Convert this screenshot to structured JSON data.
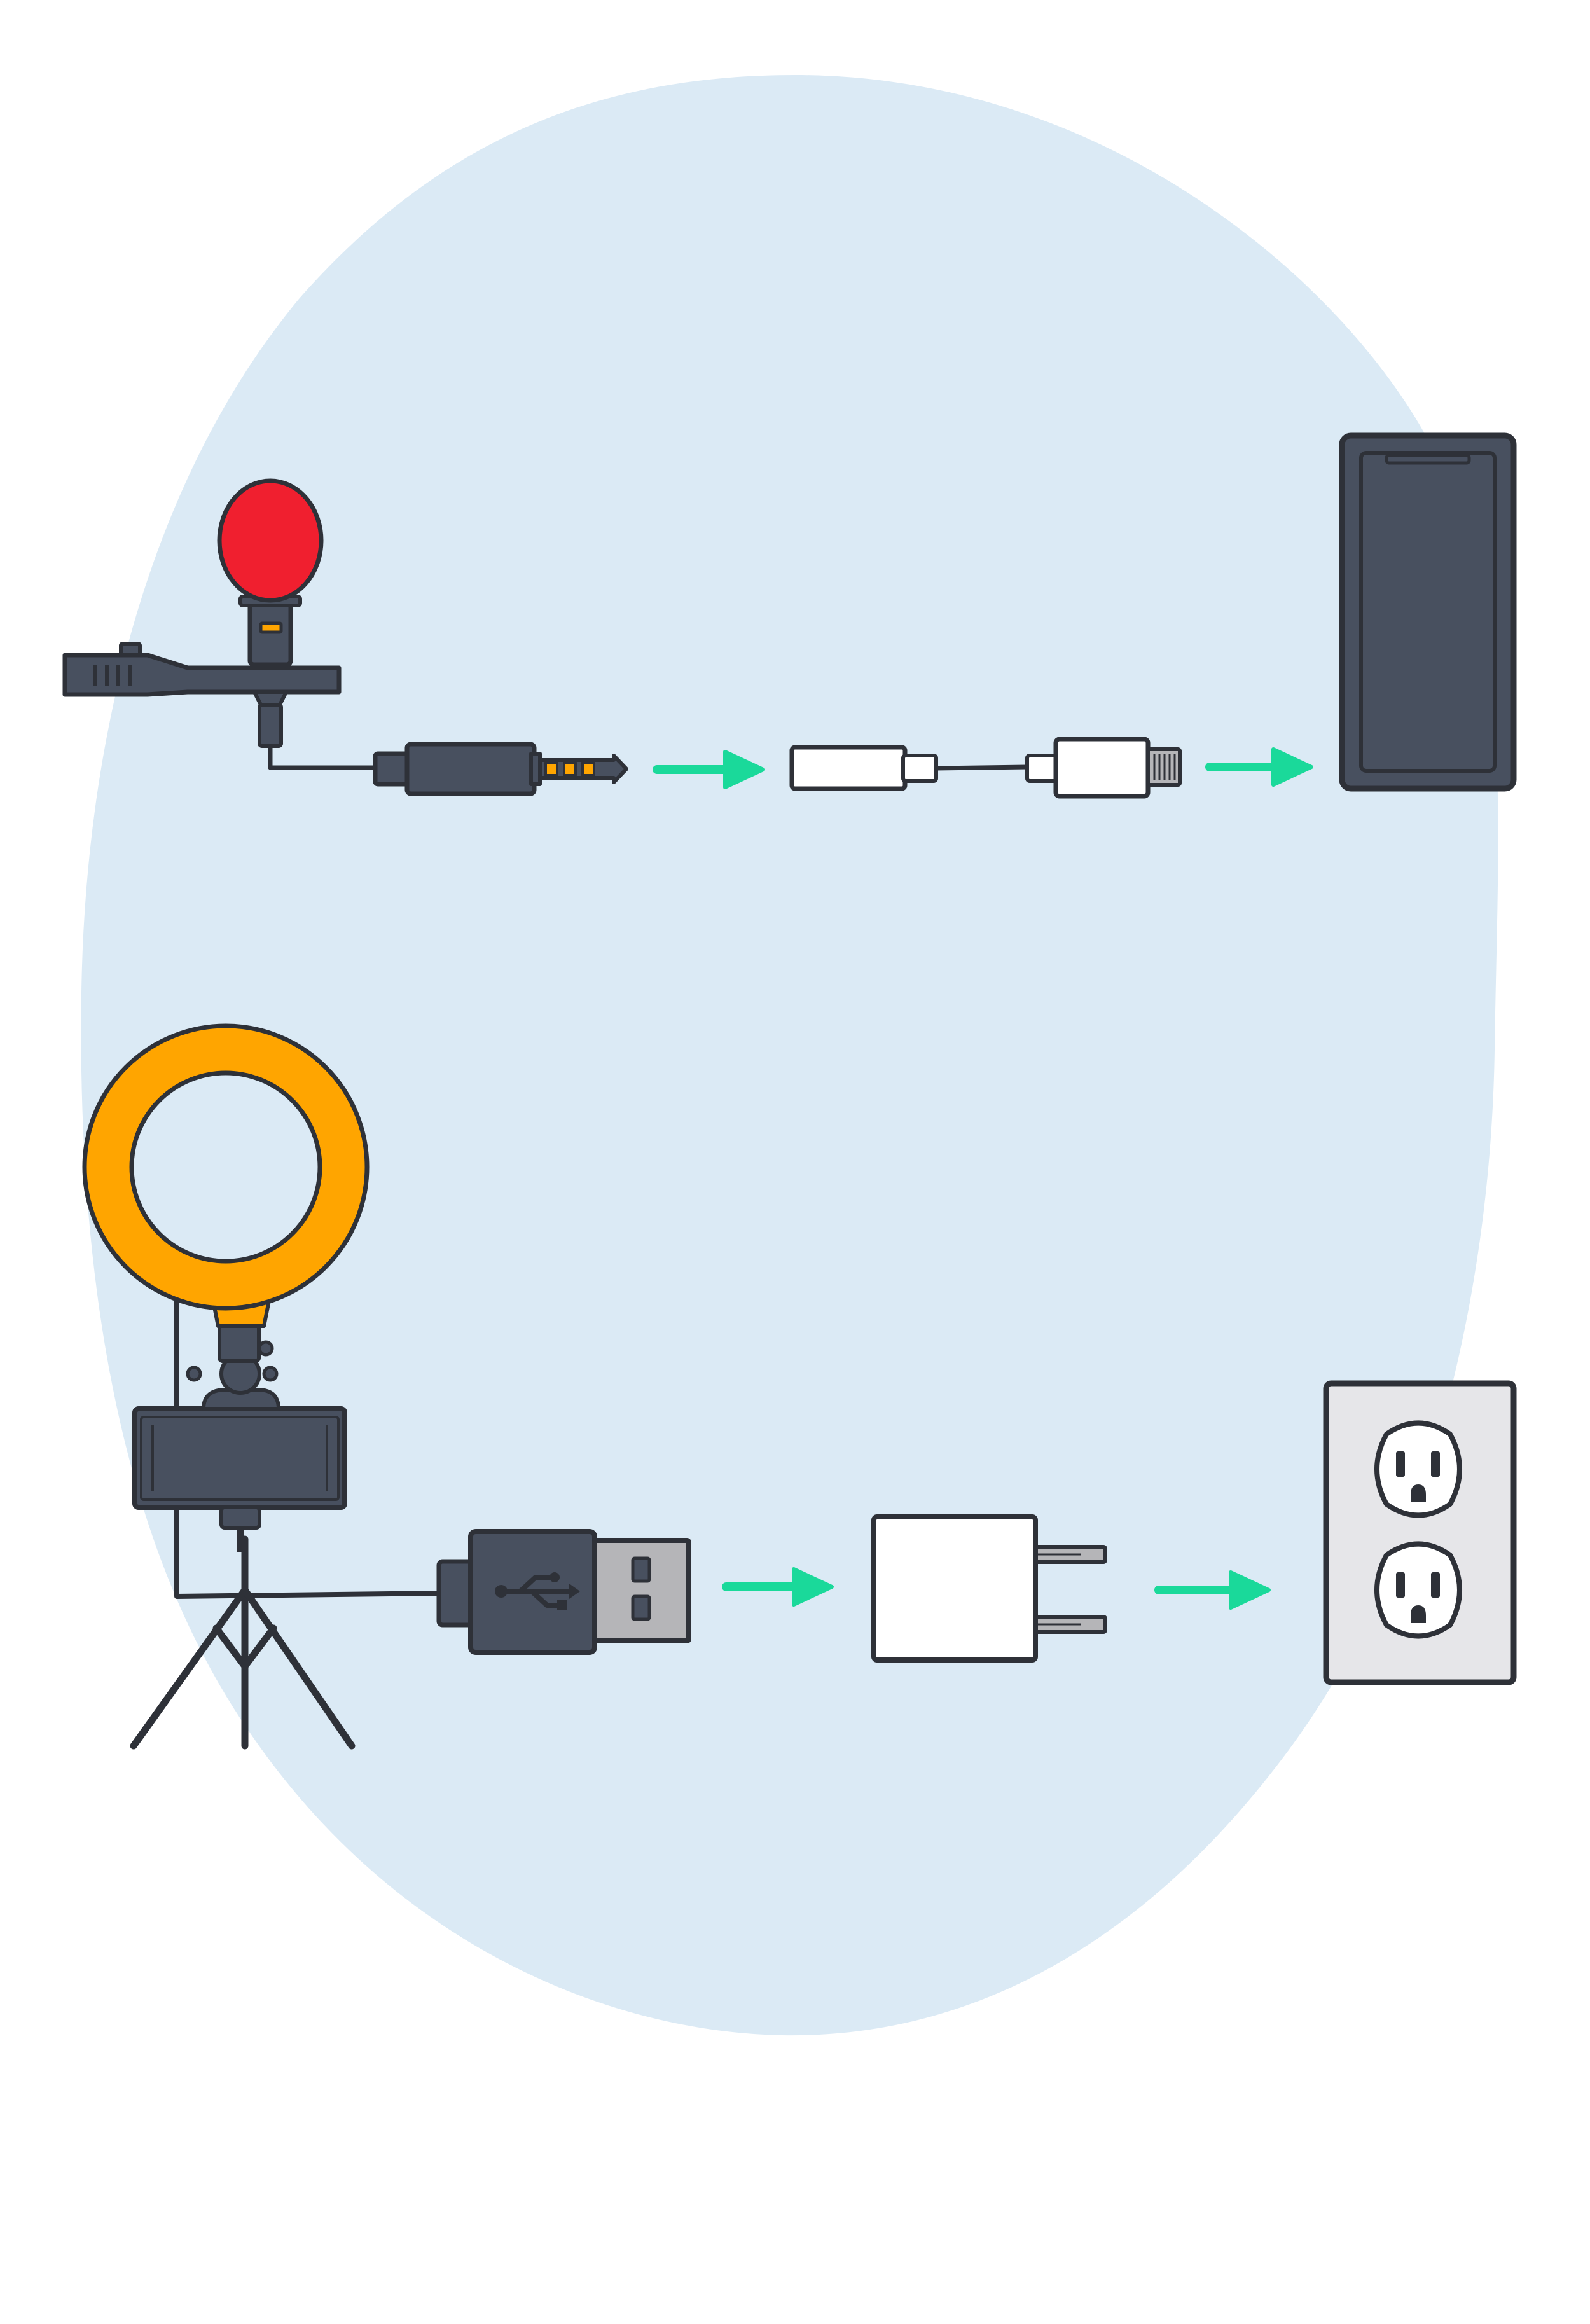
{
  "colors": {
    "background": "#ffffff",
    "blob": "#dbeaf5",
    "outline": "#2e3138",
    "device_dark": "#48505f",
    "device_mid": "#5b6472",
    "mic_head": "#f01f2f",
    "accent_orange": "#ffa500",
    "arrow": "#1ad99a",
    "light_gray": "#b5b5b8",
    "outlet_plate": "#e6e6e9",
    "white": "#ffffff"
  },
  "diagram": {
    "rows": [
      {
        "id": "audio-chain",
        "steps": [
          {
            "name": "lavalier-microphone",
            "icon": "lavalier-microphone-icon"
          },
          {
            "name": "trrs-3.5mm-plug",
            "icon": "audio-jack-plug-icon"
          },
          {
            "name": "connection-arrow",
            "icon": "arrow-right-icon"
          },
          {
            "name": "headphone-to-lightning-adapter",
            "icon": "adapter-dongle-icon"
          },
          {
            "name": "connection-arrow",
            "icon": "arrow-right-icon"
          },
          {
            "name": "smartphone",
            "icon": "smartphone-icon"
          }
        ]
      },
      {
        "id": "lighting-power-chain",
        "steps": [
          {
            "name": "ring-light-on-tripod",
            "icon": "ring-light-icon"
          },
          {
            "name": "usb-a-plug",
            "icon": "usb-plug-icon"
          },
          {
            "name": "connection-arrow",
            "icon": "arrow-right-icon"
          },
          {
            "name": "usb-wall-charger",
            "icon": "wall-charger-icon"
          },
          {
            "name": "connection-arrow",
            "icon": "arrow-right-icon"
          },
          {
            "name": "wall-outlet",
            "icon": "wall-outlet-icon"
          }
        ]
      }
    ]
  }
}
